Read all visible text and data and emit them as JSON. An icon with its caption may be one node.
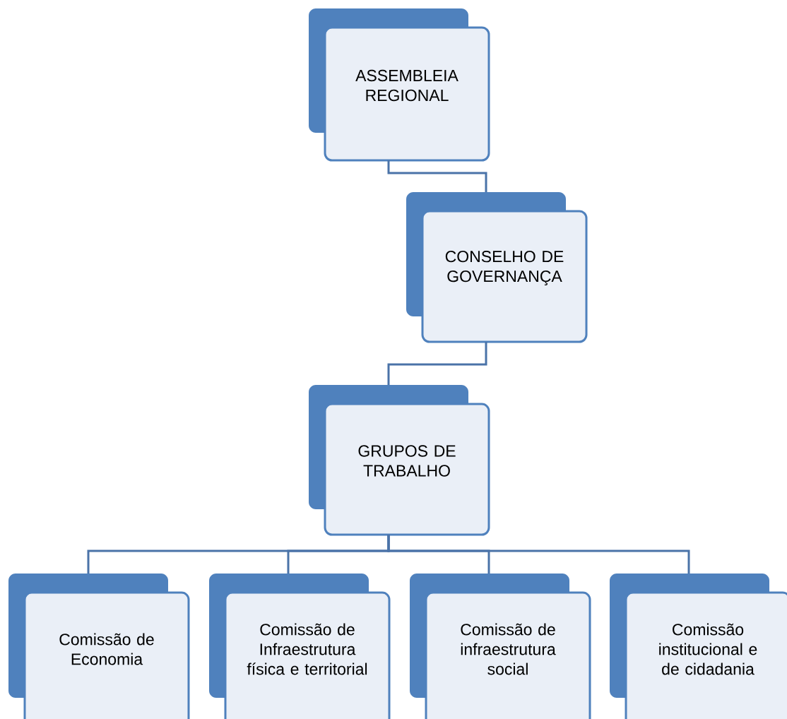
{
  "diagram": {
    "nodes": [
      {
        "text": [
          "ASSEMBLEIA REGIONAL"
        ]
      },
      {
        "text": [
          "CONSELHO DE GOVERNANÇA"
        ]
      },
      {
        "text": [
          "GRUPOS DE TRABALHO"
        ]
      },
      {
        "text": [
          "Comissão de Economia"
        ]
      },
      {
        "text": [
          "Comissão de Infraestrutura física e territorial"
        ]
      },
      {
        "text": [
          "Comissão de infraestrutura social"
        ]
      },
      {
        "text": [
          "Comissão institucional e de cidadania"
        ]
      }
    ],
    "edges": [
      {
        "from": 0,
        "to": 1,
        "arrow": "none"
      },
      {
        "from": 1,
        "to": 2,
        "arrow": "none"
      },
      {
        "from": 2,
        "to": 3,
        "arrow": "none"
      },
      {
        "from": 2,
        "to": 4,
        "arrow": "none"
      },
      {
        "from": 2,
        "to": 5,
        "arrow": "none"
      },
      {
        "from": 2,
        "to": 6,
        "arrow": "none"
      }
    ]
  }
}
